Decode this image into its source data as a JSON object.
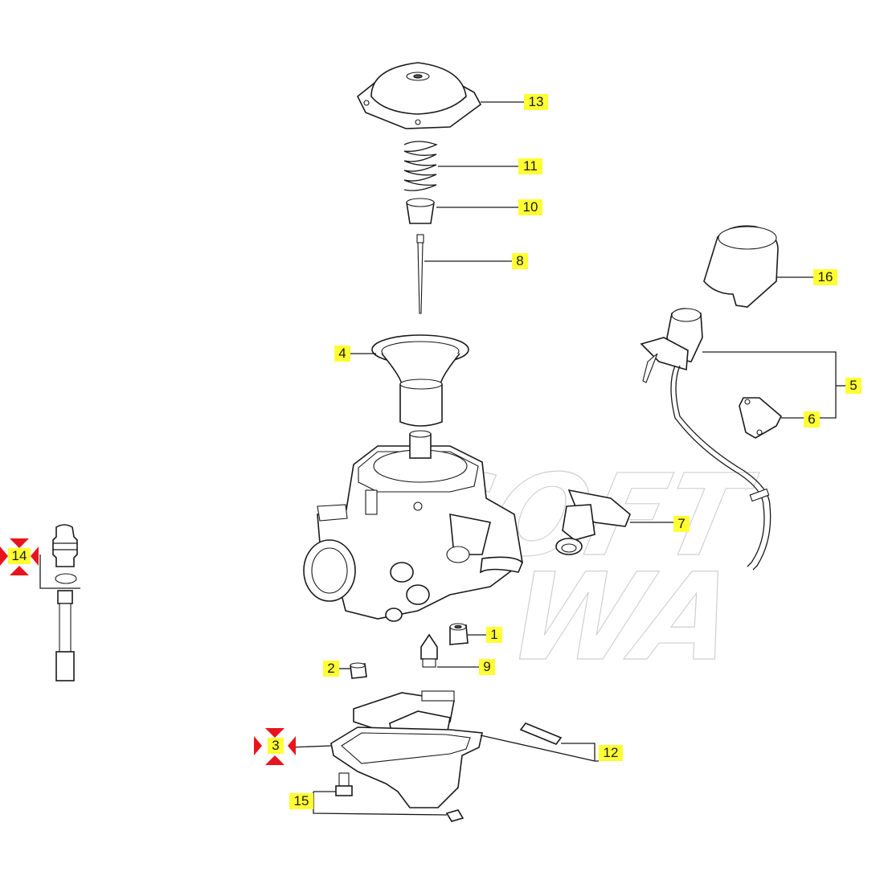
{
  "callouts": {
    "c1": "1",
    "c2": "2",
    "c3": "3",
    "c4": "4",
    "c5": "5",
    "c6": "6",
    "c7": "7",
    "c8": "8",
    "c9": "9",
    "c10": "10",
    "c11": "11",
    "c12": "12",
    "c13": "13",
    "c14": "14",
    "c15": "15",
    "c16": "16"
  },
  "watermark": {
    "line1": "SOFT",
    "line2": "WA"
  },
  "colors": {
    "callout_bg": "#ffff33",
    "marker": "#e8141c",
    "watermark": "#cfcfcf"
  }
}
